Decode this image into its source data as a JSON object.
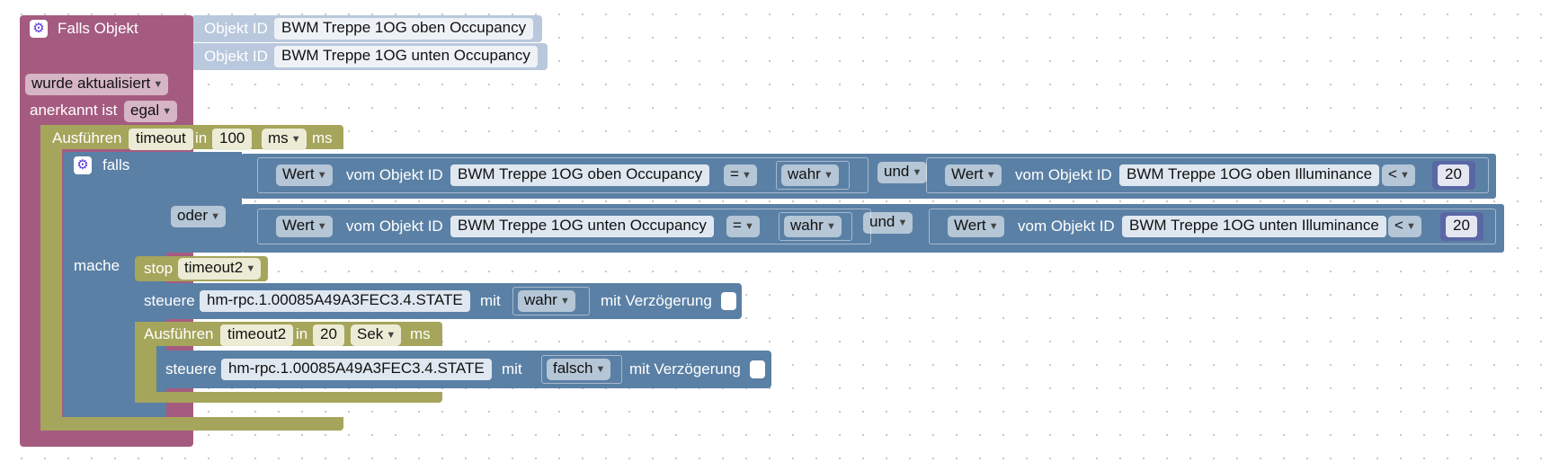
{
  "trigger": {
    "title": "Falls Objekt",
    "object_label": "Objekt ID",
    "object_ids": [
      "BWM Treppe 1OG oben Occupancy",
      "BWM Treppe 1OG unten Occupancy"
    ],
    "event": "wurde aktualisiert",
    "ack_label": "anerkannt ist",
    "ack_value": "egal"
  },
  "timeout1": {
    "label": "Ausführen",
    "name": "timeout",
    "in": "in",
    "value": "100",
    "unit": "ms",
    "suffix": "ms"
  },
  "ifblock": {
    "falls": "falls",
    "oder": "oder",
    "mache": "mache",
    "conditions": [
      {
        "left": {
          "mode": "Wert",
          "from": "vom Objekt ID",
          "object": "BWM Treppe 1OG oben Occupancy",
          "op": "=",
          "value": "wahr"
        },
        "logic": "und",
        "right": {
          "mode": "Wert",
          "from": "vom Objekt ID",
          "object": "BWM Treppe 1OG oben Illuminance",
          "op": "<",
          "value": "20"
        }
      },
      {
        "left": {
          "mode": "Wert",
          "from": "vom Objekt ID",
          "object": "BWM Treppe 1OG unten Occupancy",
          "op": "=",
          "value": "wahr"
        },
        "logic": "und",
        "right": {
          "mode": "Wert",
          "from": "vom Objekt ID",
          "object": "BWM Treppe 1OG unten Illuminance",
          "op": "<",
          "value": "20"
        }
      }
    ]
  },
  "stop": {
    "label": "stop",
    "name": "timeout2"
  },
  "control1": {
    "label": "steuere",
    "state": "hm-rpc.1.00085A49A3FEC3.4.STATE",
    "with": "mit",
    "value": "wahr",
    "delay": "mit Verzögerung"
  },
  "timeout2": {
    "label": "Ausführen",
    "name": "timeout2",
    "in": "in",
    "value": "20",
    "unit": "Sek",
    "suffix": "ms"
  },
  "control2": {
    "label": "steuere",
    "state": "hm-rpc.1.00085A49A3FEC3.4.STATE",
    "with": "mit",
    "value": "falsch",
    "delay": "mit Verzögerung"
  },
  "colors": {
    "trigger": "#a55b80",
    "timeout": "#a5a55b",
    "logic": "#5b80a5",
    "objectid": "#b9c8dc",
    "number": "#5b67a5",
    "gear": "#5b3bd6"
  }
}
